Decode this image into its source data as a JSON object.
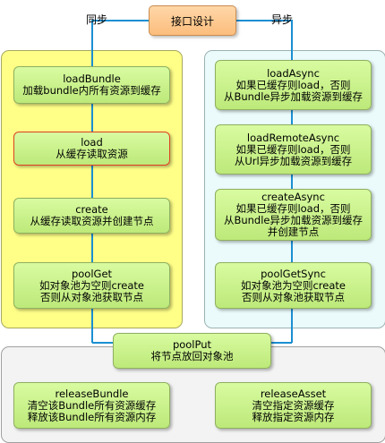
{
  "title": "接口设计",
  "labels": {
    "sync": "同步",
    "async": "异步"
  },
  "sync_nodes": [
    {
      "name": "loadBundle",
      "desc": [
        "加载bundle内所有资源到缓存"
      ]
    },
    {
      "name": "load",
      "desc": [
        "从缓存读取资源"
      ]
    },
    {
      "name": "create",
      "desc": [
        "从缓存读取资源并创建节点"
      ]
    },
    {
      "name": "poolGet",
      "desc": [
        "如对象池为空则create",
        "否则从对象池获取节点"
      ]
    }
  ],
  "async_nodes": [
    {
      "name": "loadAsync",
      "desc": [
        "如果已缓存则load，否则",
        "从Bundle异步加载资源到缓存"
      ]
    },
    {
      "name": "loadRemoteAsync",
      "desc": [
        "如果已缓存则load，否则",
        "从Url异步加载资源到缓存"
      ]
    },
    {
      "name": "createAsync",
      "desc": [
        "如果已缓存则load，否则",
        "从Bundle异步加载资源到缓存",
        "并创建节点"
      ]
    },
    {
      "name": "poolGetSync",
      "desc": [
        "如对象池为空则create",
        "否则从对象池获取节点"
      ]
    }
  ],
  "pool_put": {
    "name": "poolPut",
    "desc": [
      "将节点放回对象池"
    ]
  },
  "release_nodes": [
    {
      "name": "releaseBundle",
      "desc": [
        "清空该Bundle所有资源缓存",
        "释放该Bundle所有资源内存"
      ]
    },
    {
      "name": "releaseAsset",
      "desc": [
        "清空指定资源缓存",
        "释放指定资源内存"
      ]
    }
  ],
  "colors": {
    "wire": "#1b8fd1",
    "node_fill": "#c8f08a",
    "highlight_border": "#e04020",
    "title_fill": "#fcc88a",
    "panel_sync": "#ffff88",
    "panel_async": "#ebfbfb",
    "panel_release": "#f3f3f3"
  }
}
